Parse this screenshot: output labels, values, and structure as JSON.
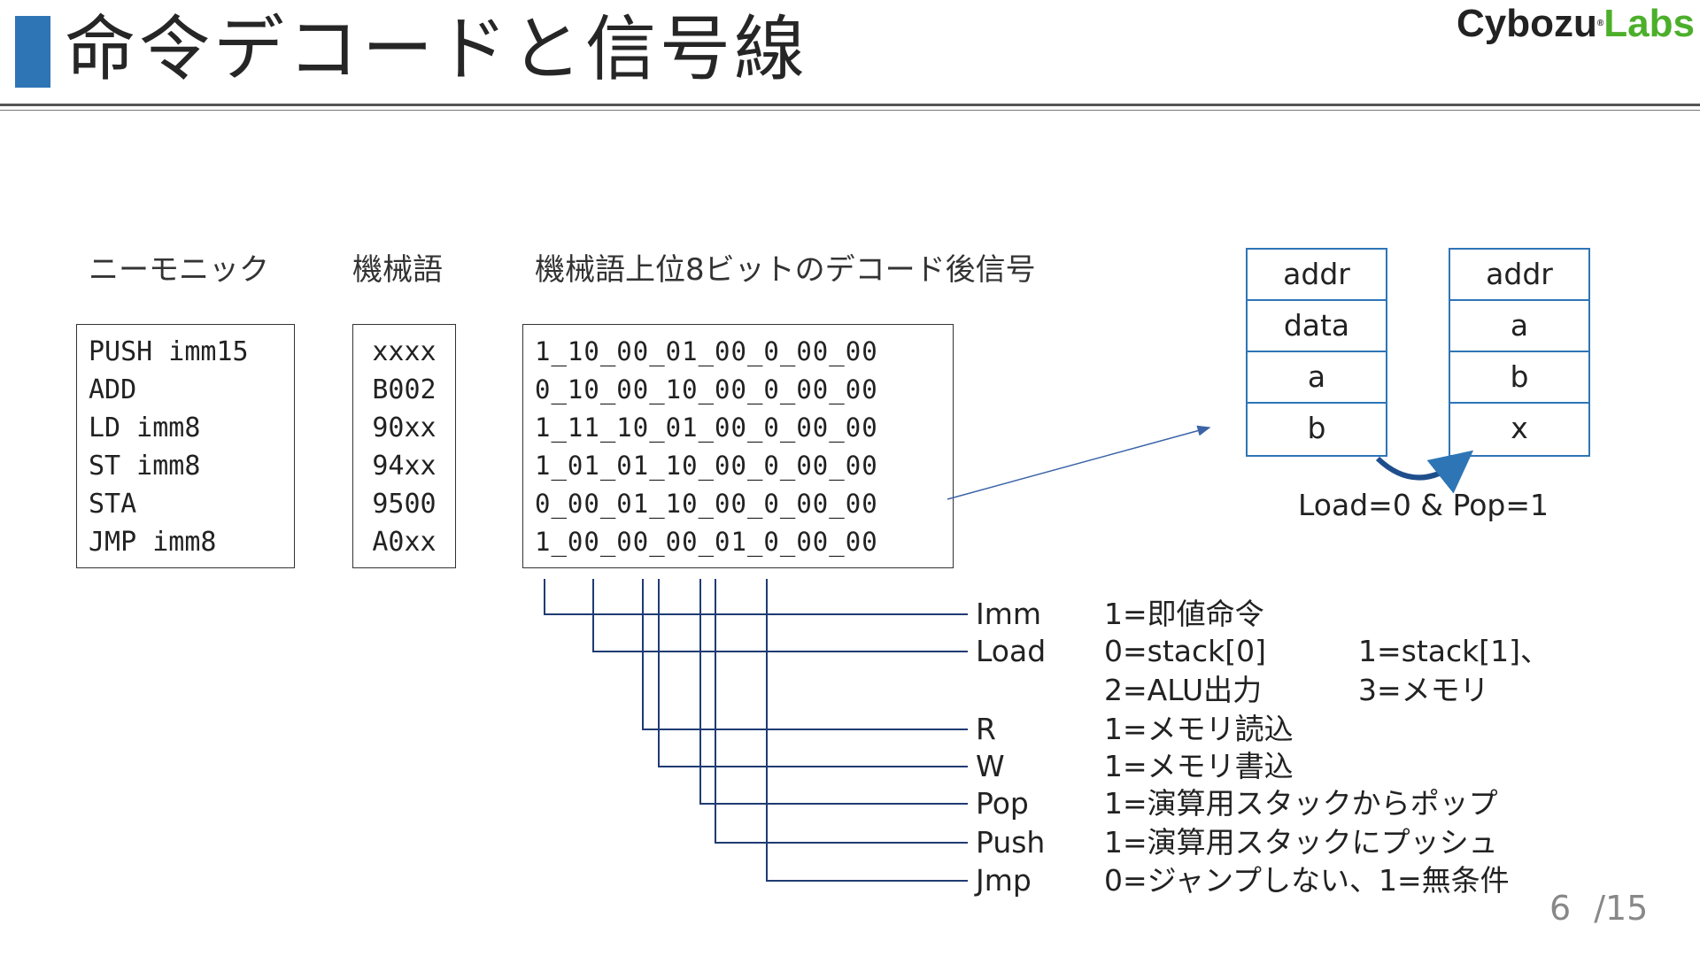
{
  "title": "命令デコードと信号線",
  "logo": {
    "part1": "Cybozu",
    "part2": "Labs",
    "reg": "®"
  },
  "headers": {
    "mnemonic": "ニーモニック",
    "machine_code": "機械語",
    "decoded": "機械語上位8ビットのデコード後信号"
  },
  "mnemonics": [
    "PUSH imm15",
    "ADD",
    "LD imm8",
    "ST imm8",
    "STA",
    "JMP imm8"
  ],
  "machine_codes": [
    "xxxx",
    "B002",
    "90xx",
    "94xx",
    "9500",
    "A0xx"
  ],
  "decoded_signals": [
    "1_10_00_01_00_0_00_00",
    "0_10_00_10_00_0_00_00",
    "1_11_10_01_00_0_00_00",
    "1_01_01_10_00_0_00_00",
    "0_00_01_10_00_0_00_00",
    "1_00_00_00_01_0_00_00"
  ],
  "signals": [
    {
      "name": "Imm",
      "desc": "1=即値命令"
    },
    {
      "name": "Load",
      "desc": "0=stack[0]",
      "desc2": "1=stack[1]、",
      "desc3": "2=ALU出力",
      "desc4": "3=メモリ"
    },
    {
      "name": "R",
      "desc": "1=メモリ読込"
    },
    {
      "name": "W",
      "desc": "1=メモリ書込"
    },
    {
      "name": "Pop",
      "desc": "1=演算用スタックからポップ"
    },
    {
      "name": "Push",
      "desc": "1=演算用スタックにプッシュ"
    },
    {
      "name": "Jmp",
      "desc": "0=ジャンプしない、1=無条件"
    }
  ],
  "stack_before": [
    "addr",
    "data",
    "a",
    "b"
  ],
  "stack_after": [
    "addr",
    "a",
    "b",
    "x"
  ],
  "stack_caption": "Load=0 & Pop=1",
  "page": {
    "current": "6",
    "total": "/15"
  },
  "colors": {
    "accent": "#2e75b6",
    "line": "#1f3b73",
    "logo_green": "#4caf2a"
  }
}
